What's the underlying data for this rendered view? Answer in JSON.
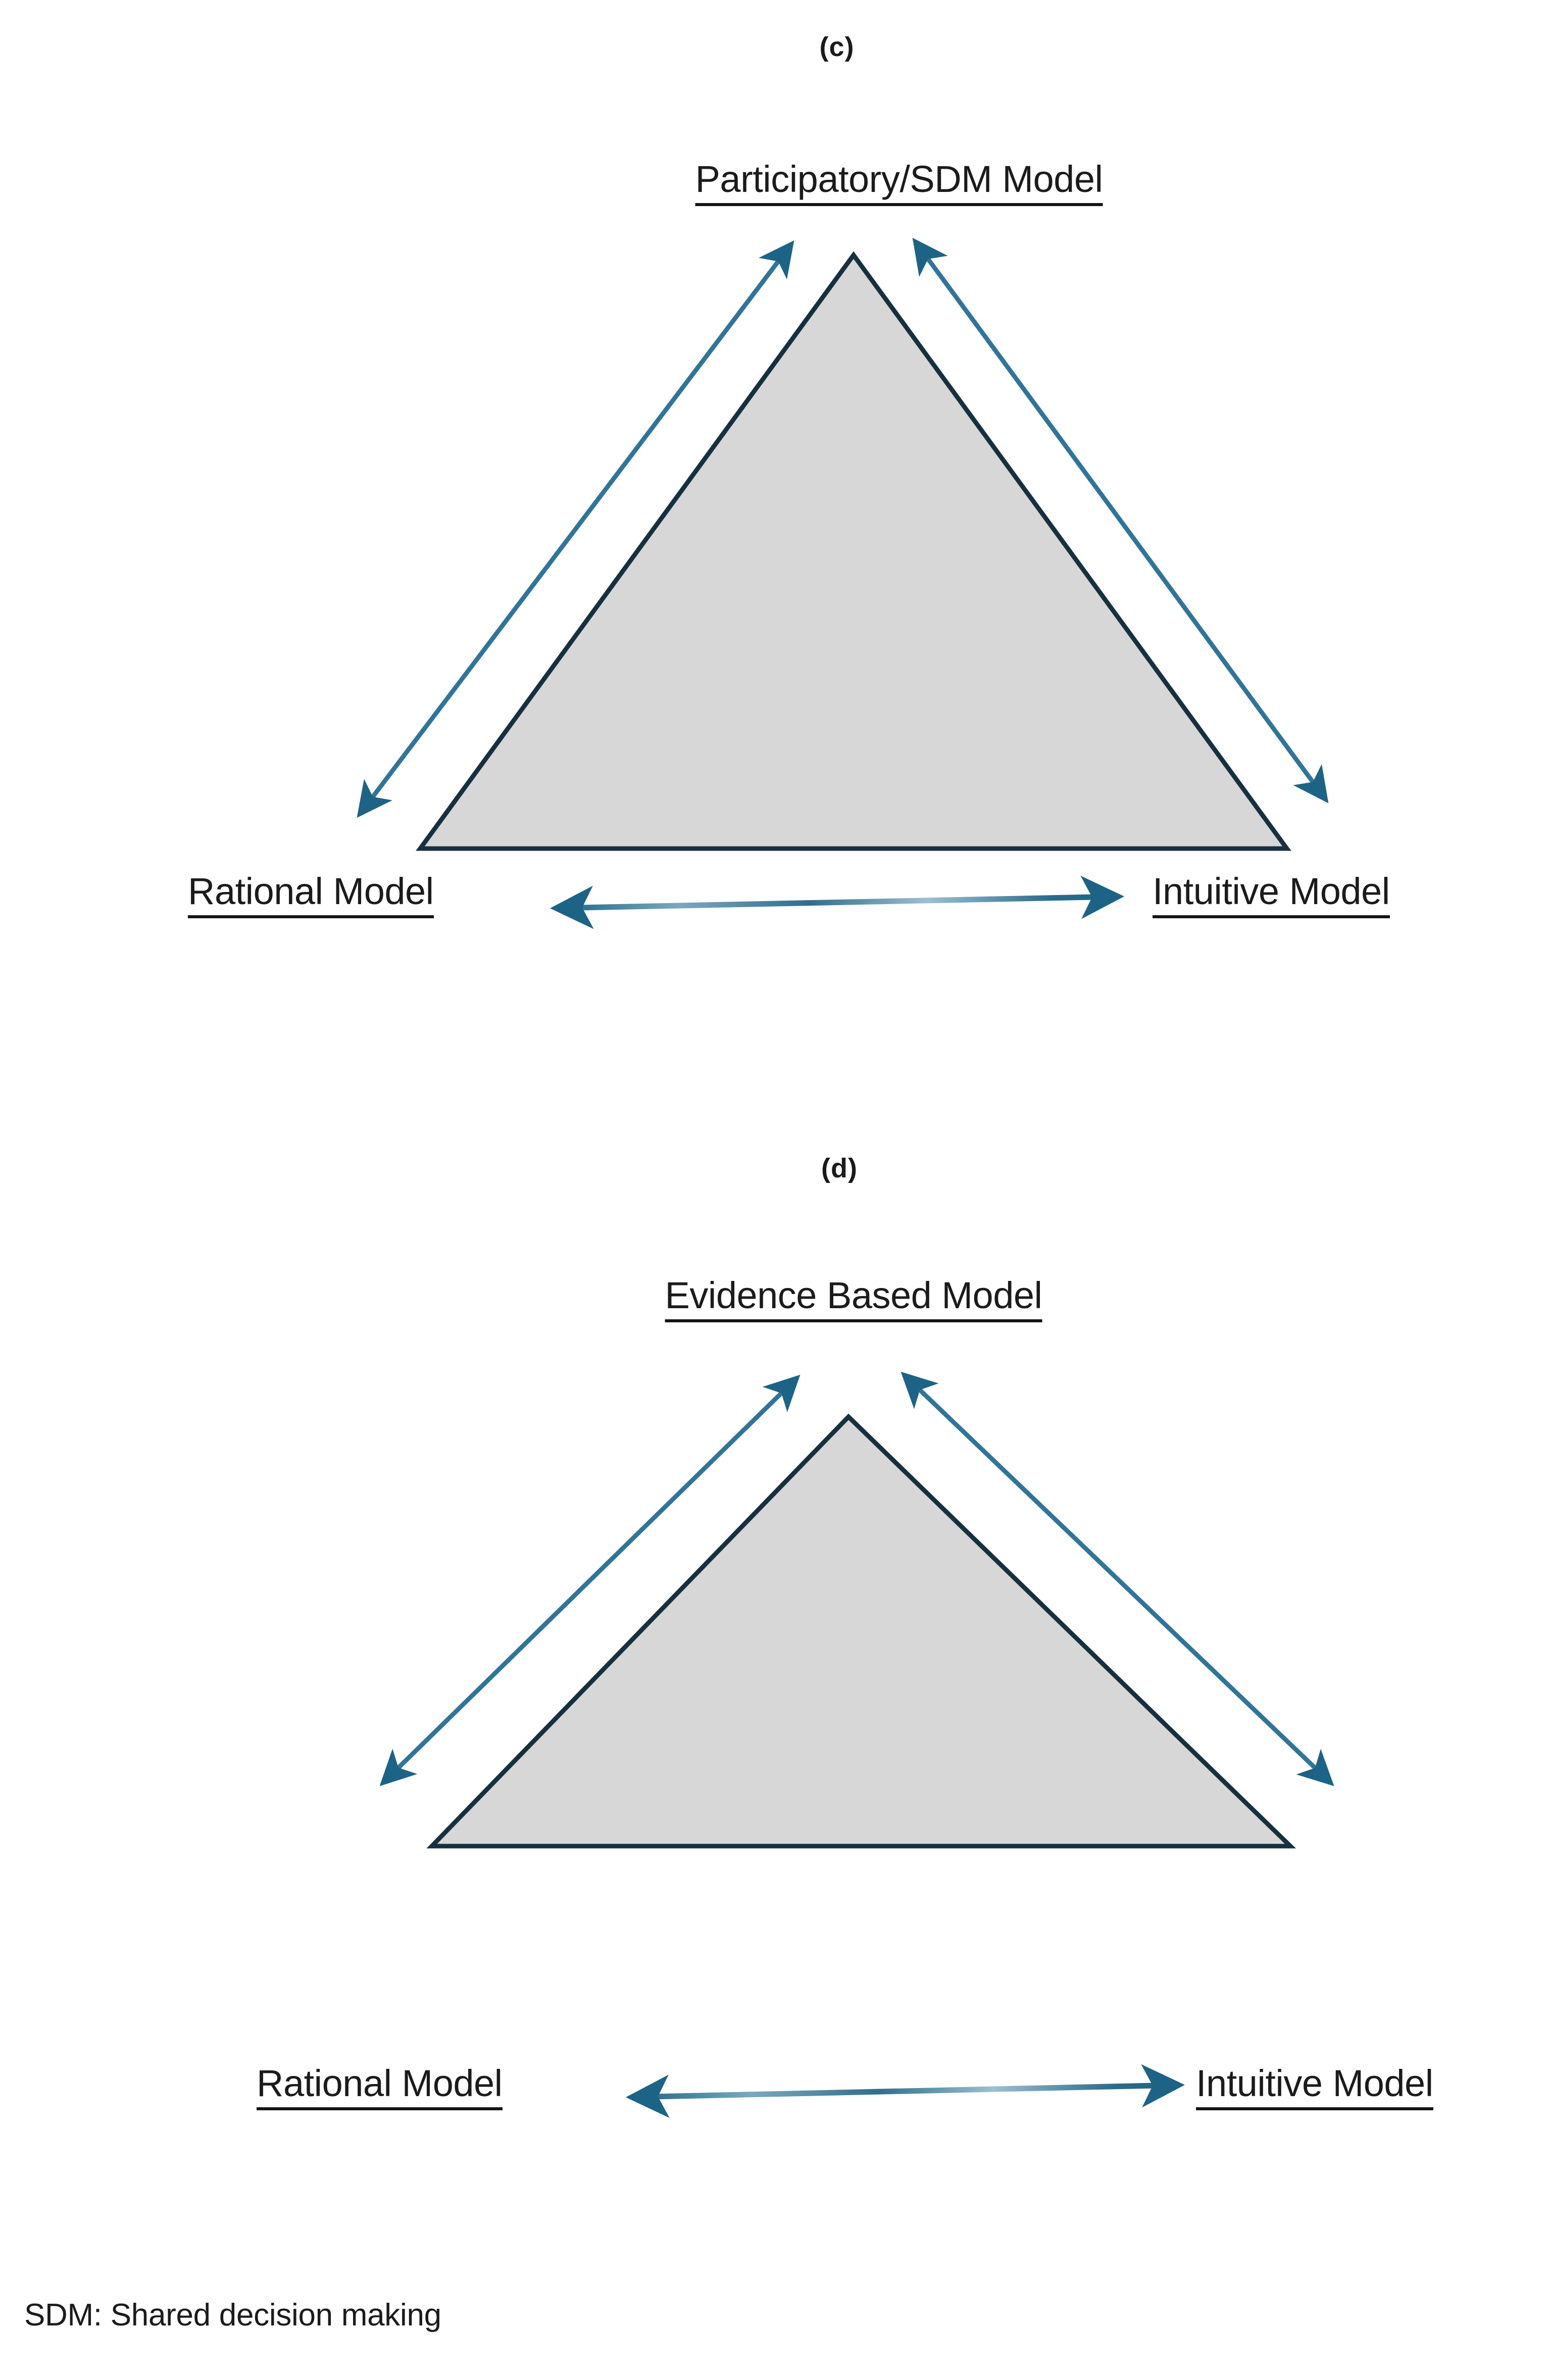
{
  "figure": {
    "footnote": "SDM: Shared decision making",
    "colors": {
      "triangle_fill": "#d7d7d7",
      "triangle_stroke": "#17303f",
      "arrow": "#1d6385",
      "arrow_light": "#5e93ad",
      "text": "#1b1b1b",
      "background": "#ffffff"
    }
  },
  "panels": [
    {
      "id": "panel-c",
      "caption": "(c)",
      "apex_label": "Participatory/SDM Model",
      "left_label": "Rational Model",
      "right_label": "Intuitive Model",
      "arrows": [
        {
          "name": "apex-to-left-vertex",
          "double_headed": true
        },
        {
          "name": "apex-to-right-vertex",
          "double_headed": true
        },
        {
          "name": "left-vertex-to-right-vertex",
          "double_headed": true
        }
      ]
    },
    {
      "id": "panel-d",
      "caption": "(d)",
      "apex_label": "Evidence Based Model",
      "left_label": "Rational Model",
      "right_label": "Intuitive Model",
      "arrows": [
        {
          "name": "apex-to-left-vertex",
          "double_headed": true
        },
        {
          "name": "apex-to-right-vertex",
          "double_headed": true
        },
        {
          "name": "left-vertex-to-right-vertex",
          "double_headed": true
        }
      ]
    }
  ]
}
